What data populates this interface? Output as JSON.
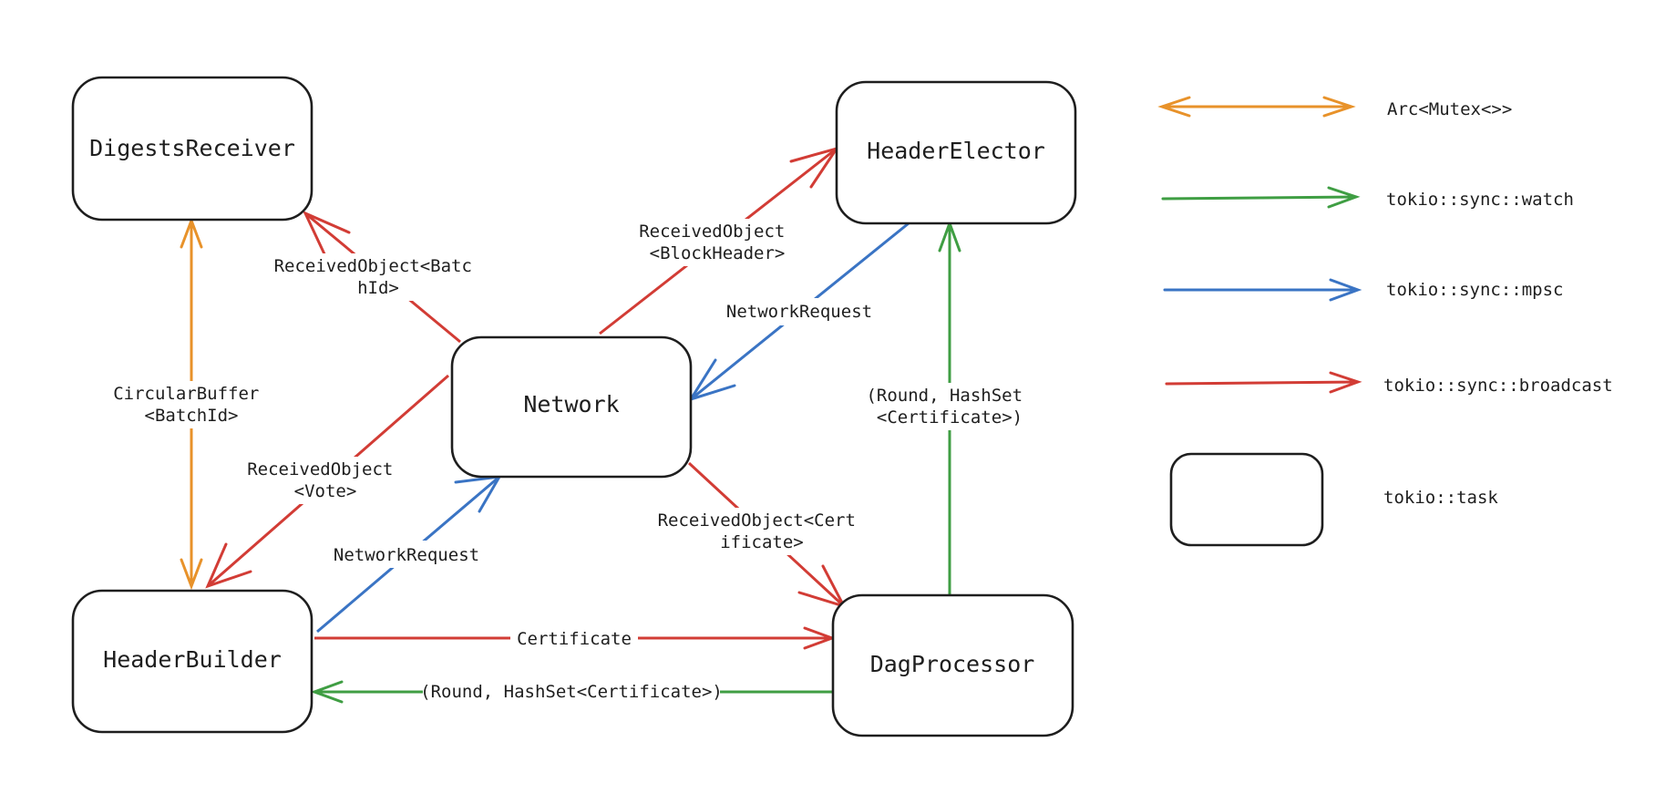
{
  "colors": {
    "arc_mutex": "#e8922a",
    "watch": "#3f9e43",
    "mpsc": "#3a74c4",
    "broadcast": "#d23c35",
    "box_stroke": "#1e1e1e",
    "text": "#1e1e1e"
  },
  "nodes": {
    "digests_receiver": "DigestsReceiver",
    "header_elector": "HeaderElector",
    "network": "Network",
    "header_builder": "HeaderBuilder",
    "dag_processor": "DagProcessor"
  },
  "edges": {
    "network_to_digests": [
      "ReceivedObject<Batc",
      "hId>"
    ],
    "digests_header_builder": [
      "CircularBuffer",
      "<BatchId>"
    ],
    "network_to_elector": [
      "ReceivedObject",
      "<BlockHeader>"
    ],
    "elector_to_network": [
      "NetworkRequest"
    ],
    "network_to_builder": [
      "ReceivedObject",
      "<Vote>"
    ],
    "builder_to_network": [
      "NetworkRequest"
    ],
    "network_to_dag": [
      "ReceivedObject<Cert",
      "ificate>"
    ],
    "dag_to_elector": [
      "(Round, HashSet",
      "<Certificate>)"
    ],
    "builder_to_dag": [
      "Certificate"
    ],
    "dag_to_builder": [
      "(Round, HashSet<Certificate>)"
    ]
  },
  "legend": {
    "arc_mutex": "Arc<Mutex<>>",
    "watch": "tokio::sync::watch",
    "mpsc": "tokio::sync::mpsc",
    "broadcast": "tokio::sync::broadcast",
    "task": "tokio::task"
  }
}
